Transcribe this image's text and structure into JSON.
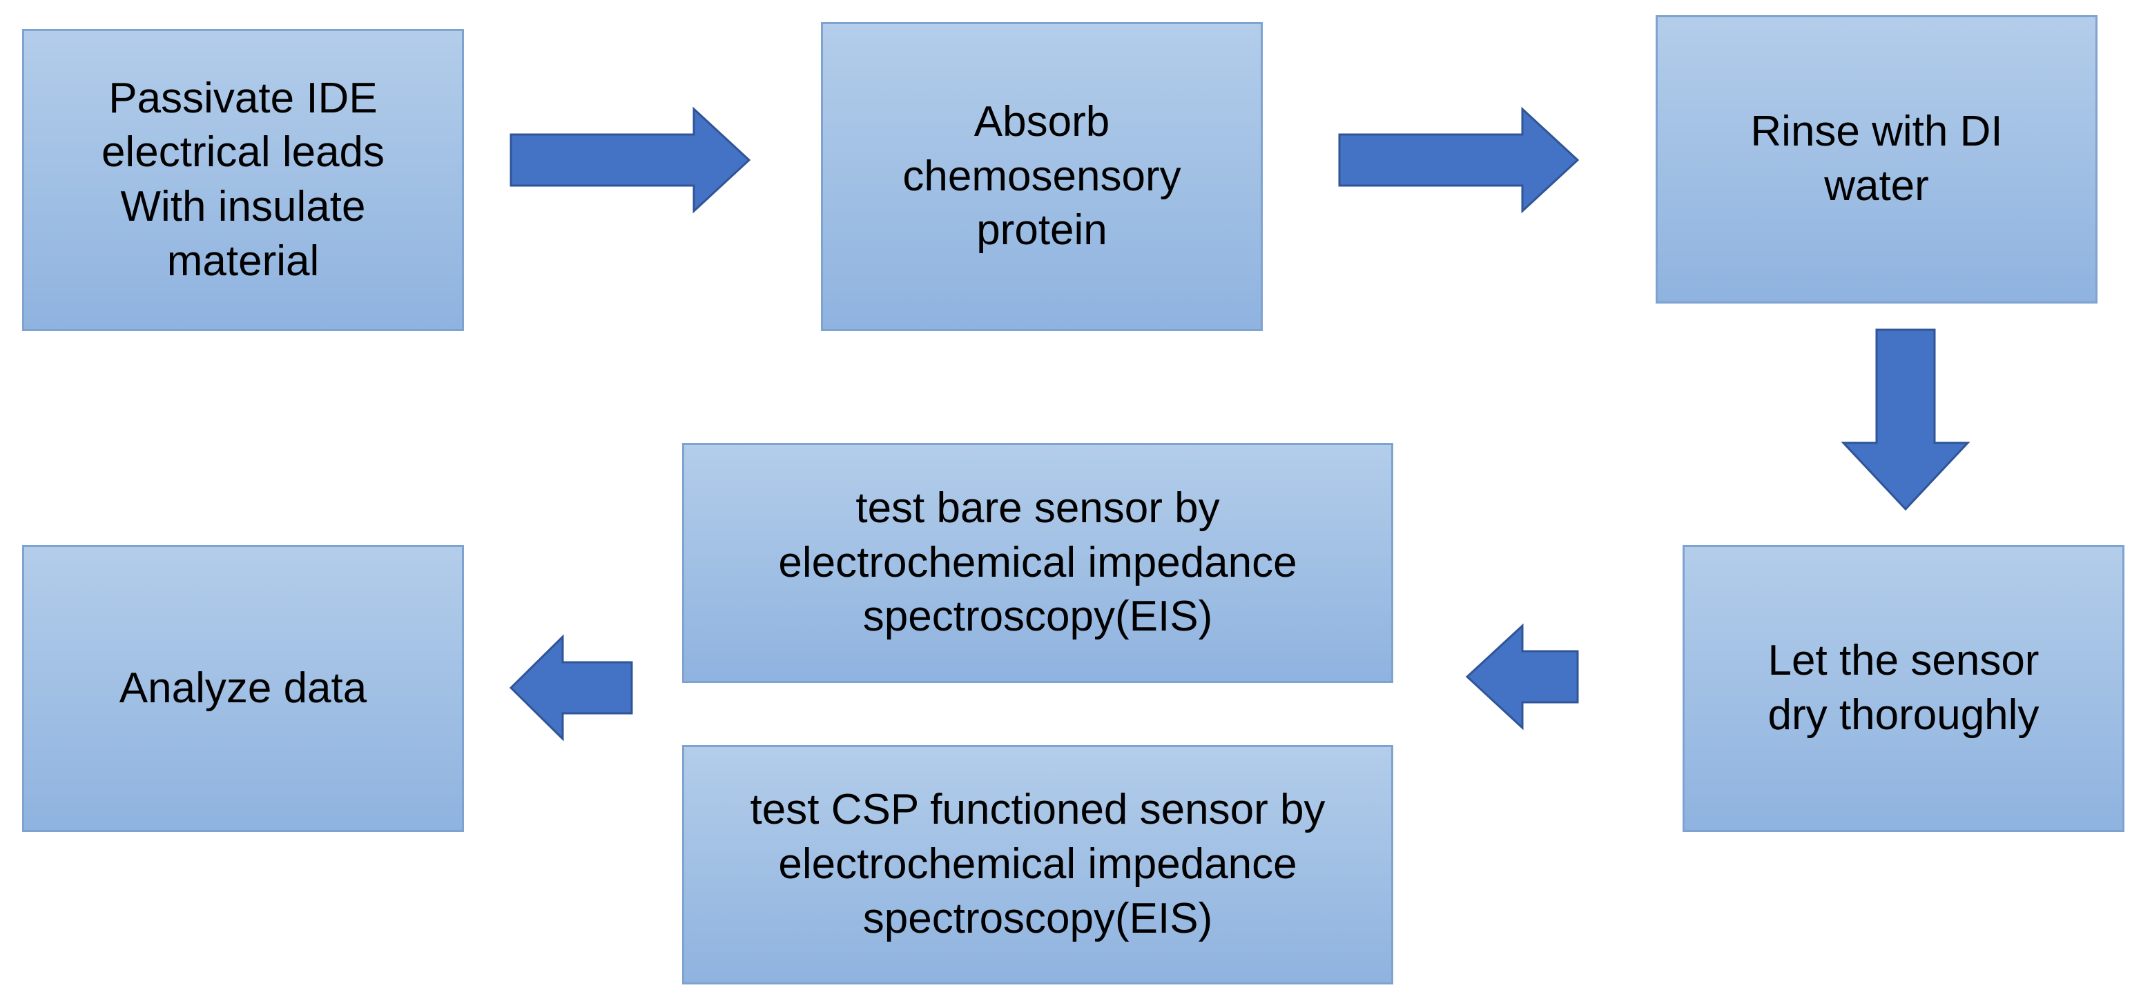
{
  "steps": {
    "passivate": "Passivate IDE\nelectrical leads\nWith insulate\nmaterial",
    "absorb": "Absorb\nchemosensory\nprotein",
    "rinse": "Rinse with DI\nwater",
    "dry": "Let the sensor\ndry thoroughly",
    "test_bare": "test bare sensor by\nelectrochemical  impedance\nspectroscopy(EIS)",
    "test_csp": "test CSP functioned sensor by\nelectrochemical  impedance\nspectroscopy(EIS)",
    "analyze": "Analyze data"
  },
  "colors": {
    "box_fill_top": "#b3cdea",
    "box_fill_bottom": "#8fb3df",
    "box_border": "#7ea3d1",
    "arrow_fill": "#4472c4"
  }
}
